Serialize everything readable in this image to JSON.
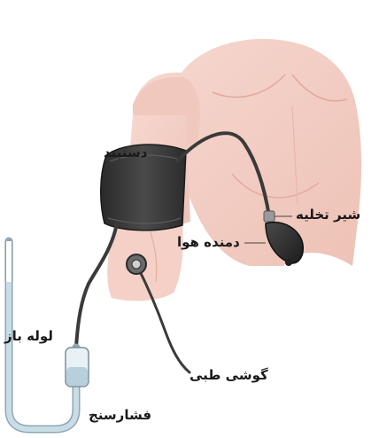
{
  "labels": {
    "cuff": "دستبند",
    "deflation_valve": "شیر تخلیه",
    "air_pump": "دمنده هوا",
    "stethoscope": "گوشی طبی",
    "open_tube": "لوله باز",
    "manometer": "فشارسنج"
  }
}
